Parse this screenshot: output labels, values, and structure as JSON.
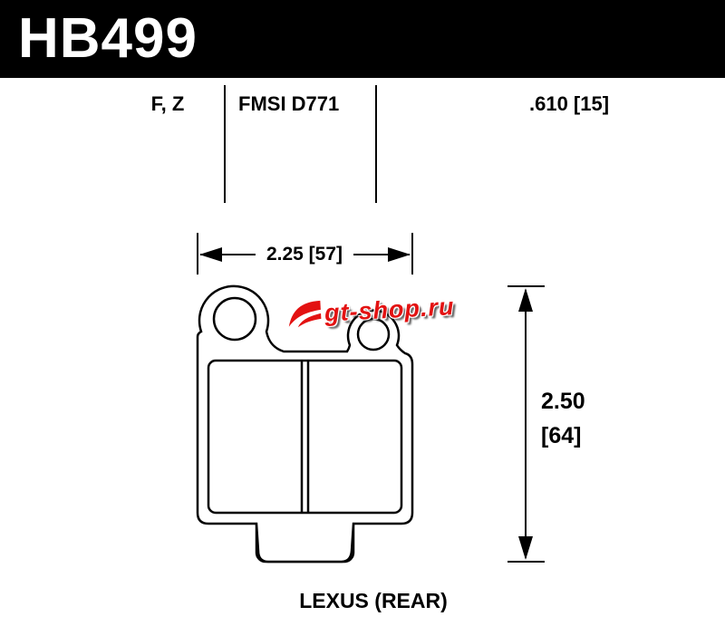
{
  "header": {
    "part_number": "HB499"
  },
  "spec_row": {
    "compounds": "F, Z",
    "fmsi": "FMSI D771",
    "pad_thickness": ".610 [15]"
  },
  "drawing": {
    "width_dimension": "2.25 [57]",
    "height_dimension_in": "2.50",
    "height_dimension_mm": "[64]"
  },
  "watermark": {
    "text": "gt-shop.ru"
  },
  "footer": {
    "application": "LEXUS (REAR)"
  },
  "icons": {
    "dimension_arrows": [
      "arrow-left-icon",
      "arrow-right-icon",
      "arrow-up-icon",
      "arrow-down-icon"
    ],
    "watermark_logo": "flame-icon"
  },
  "colors": {
    "header_bg": "#000000",
    "header_text": "#ffffff",
    "line": "#000000",
    "watermark_red": "#e31212"
  }
}
